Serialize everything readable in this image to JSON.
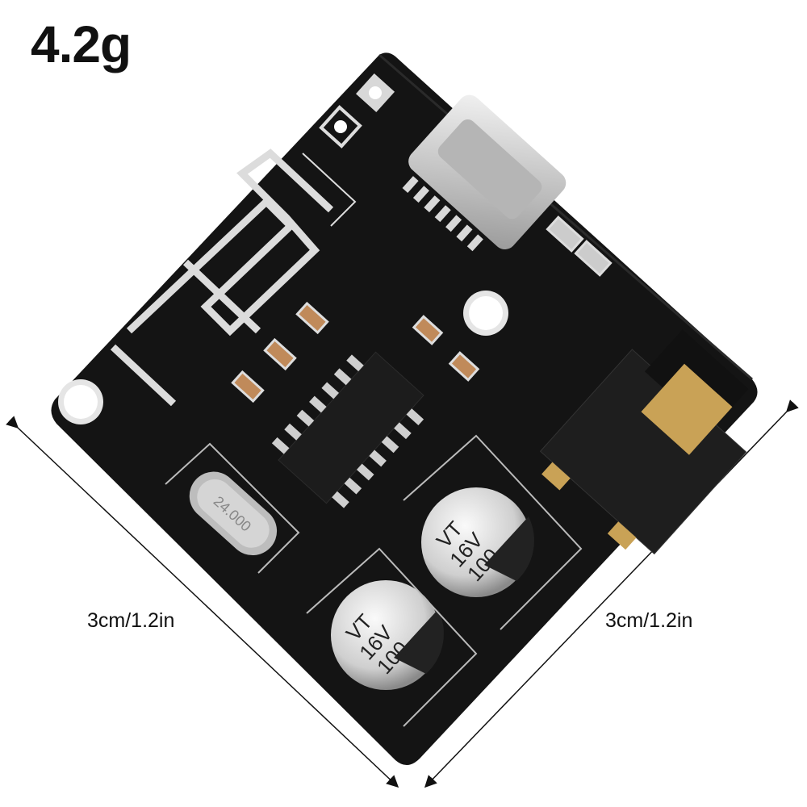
{
  "product": {
    "weight_label": "4.2g",
    "dimension_left_label": "3cm/1.2in",
    "dimension_right_label": "3cm/1.2in",
    "silkscreen": {
      "crystal": "24.000",
      "capacitor_top": [
        "100",
        "16V",
        "VT"
      ],
      "capacitor_bottom": [
        "100",
        "16V",
        "VT"
      ]
    }
  },
  "colors": {
    "board": "#141414",
    "silkscreen": "#e8e8e8",
    "metal": "#c9c9c9",
    "gold": "#c9a256",
    "arrow": "#111111"
  }
}
